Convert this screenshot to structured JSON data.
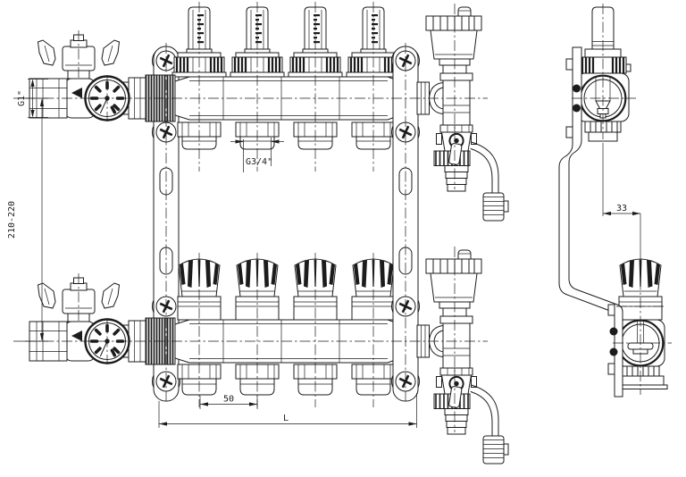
{
  "drawing": {
    "background": "#ffffff",
    "line_color": "#1c1c1c",
    "labels": {
      "inlet_thread": "G1\"",
      "height_range": "210-220",
      "outlet_thread": "G3/4\"",
      "outlet_spacing": "50",
      "overall_length": "L",
      "axis_offset": "33"
    }
  }
}
